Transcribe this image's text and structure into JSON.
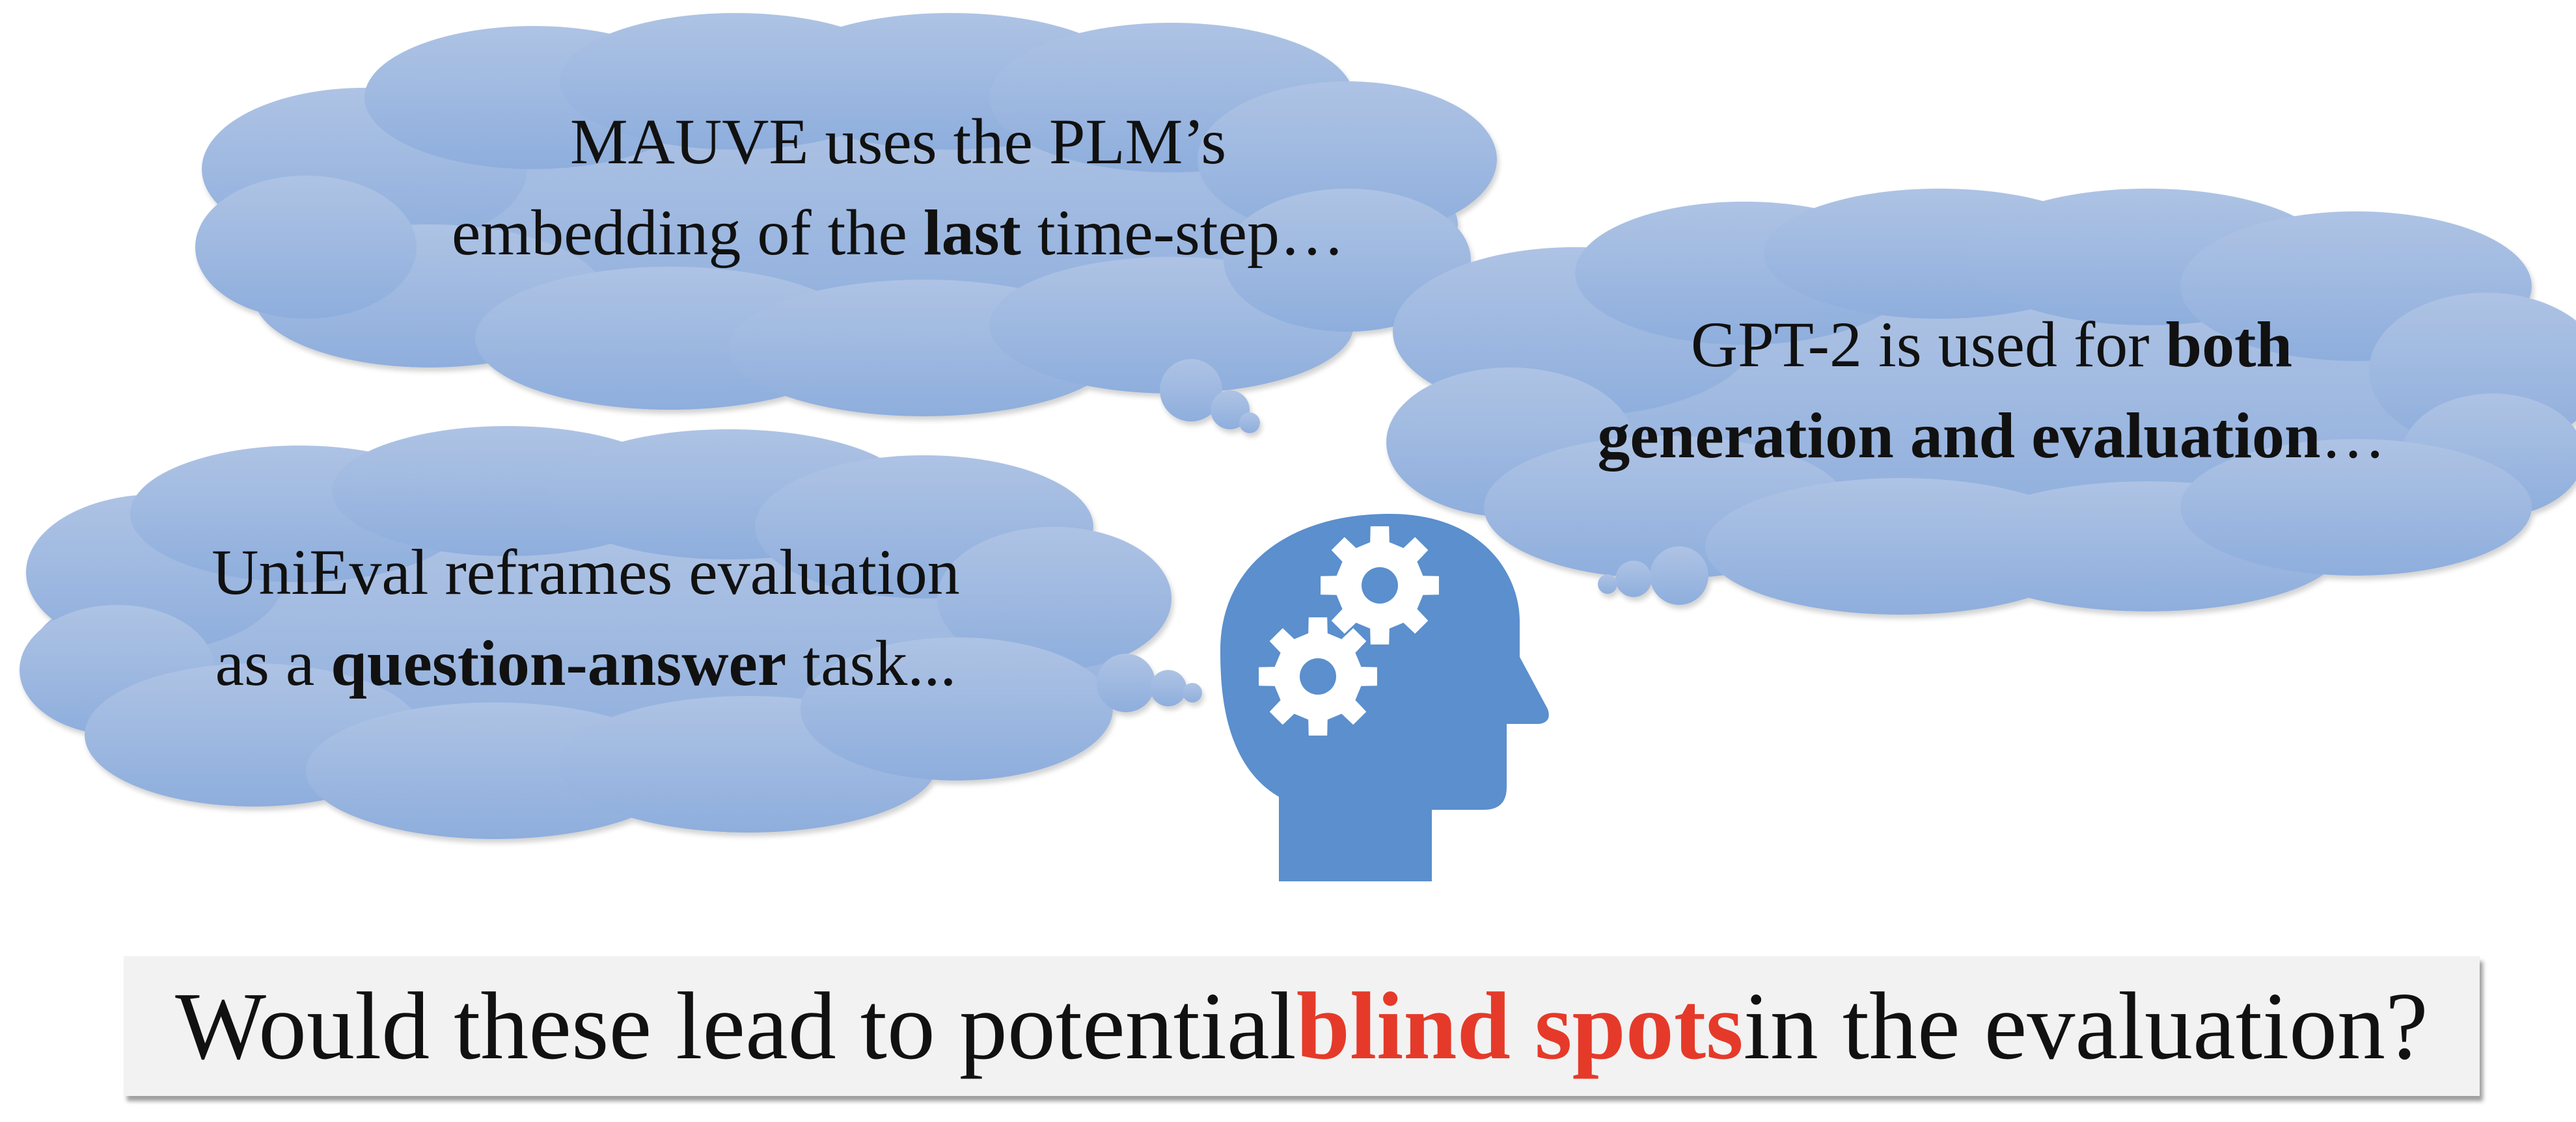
{
  "colors": {
    "cloud_top": "#aec3e4",
    "cloud_bottom": "#8eaedd",
    "head": "#5b8fcd",
    "gear": "#ffffff",
    "highlight": "#e53a2a",
    "question_bg": "#f2f2f2"
  },
  "icons": {
    "head": "head-with-gears-icon",
    "gear": "gear-icon",
    "cloud": "thought-cloud"
  },
  "clouds": {
    "mauve": {
      "line1": "MAUVE uses the PLM’s",
      "line2_pre": "embedding of the ",
      "line2_bold": "last",
      "line2_post": " time-step…"
    },
    "gpt2": {
      "line1_pre": "GPT-2 is used for ",
      "line1_bold": "both",
      "line2_bold": "generation and evaluation",
      "line2_post": "…"
    },
    "unieval": {
      "line1": "UniEval reframes evaluation",
      "line2_pre": "as a ",
      "line2_bold": "question-answer",
      "line2_post": " task..."
    }
  },
  "question": {
    "pre": "Would these lead to potential ",
    "highlight": "blind spots",
    "post": " in the evaluation?"
  }
}
